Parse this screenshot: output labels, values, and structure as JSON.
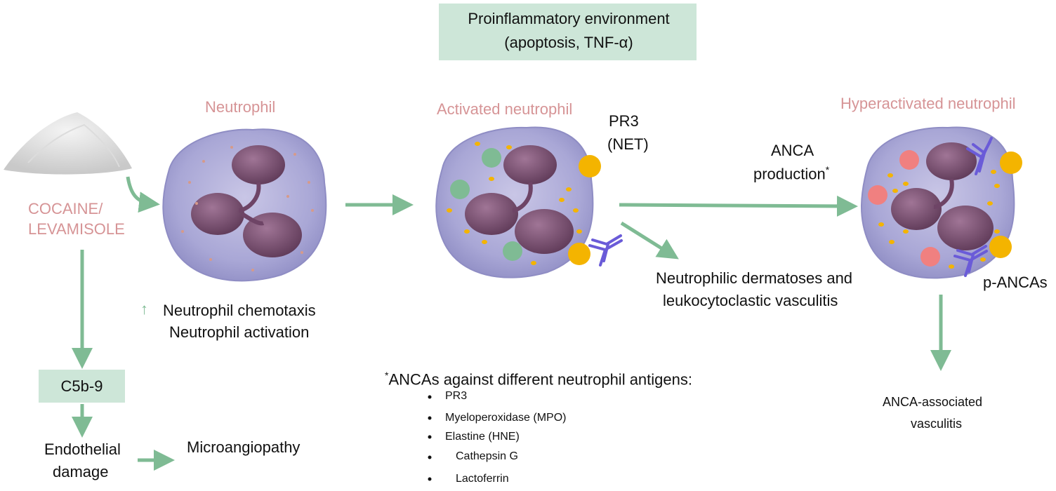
{
  "colors": {
    "arrow": "#7fbb94",
    "label_pink": "#d69496",
    "box_fill": "#cde6d8",
    "cell_body": "#a9a9d6",
    "nucleus": "#6e4466",
    "granule_yellow": "#f4b400",
    "dot_green": "#7fbb94",
    "dot_red": "#f08080",
    "antibody": "#6a5bd8"
  },
  "icons": {
    "powder": "cocaine-powder-icon",
    "neutrophil": "neutrophil-cell-icon",
    "antibody": "antibody-icon"
  },
  "environment": {
    "line1": "Proinflammatory environment",
    "line2": "(apoptosis, TNF-α)"
  },
  "labels": {
    "neutrophil": "Neutrophil",
    "activated": "Activated neutrophil",
    "hyperactivated": "Hyperactivated neutrophil",
    "cocaine_line1": "COCAINE/",
    "cocaine_line2": "LEVAMISOLE",
    "pr3_line1": "PR3",
    "pr3_line2": "(NET)",
    "anca_line1": "ANCA",
    "anca_line2": "production",
    "anca_star": "*",
    "up_arrow": "↑",
    "chemotaxis": "Neutrophil chemotaxis",
    "activation": "Neutrophil activation",
    "dermatoses_line1": "Neutrophilic dermatoses and",
    "dermatoses_line2": "leukocytoclastic vasculitis",
    "p_ancas": "p-ANCAs",
    "c5b9": "C5b-9",
    "endothelial_line1": "Endothelial",
    "endothelial_line2": "damage",
    "microangiopathy": "Microangiopathy",
    "vasculitis_line1": "ANCA-associated",
    "vasculitis_line2": "vasculitis"
  },
  "antigens": {
    "star": "*",
    "title": "ANCAs against different neutrophil antigens:",
    "items": [
      "PR3",
      "Myeloperoxidase (MPO)",
      "Elastine (HNE)",
      "Cathepsin G",
      "Lactoferrin"
    ]
  }
}
